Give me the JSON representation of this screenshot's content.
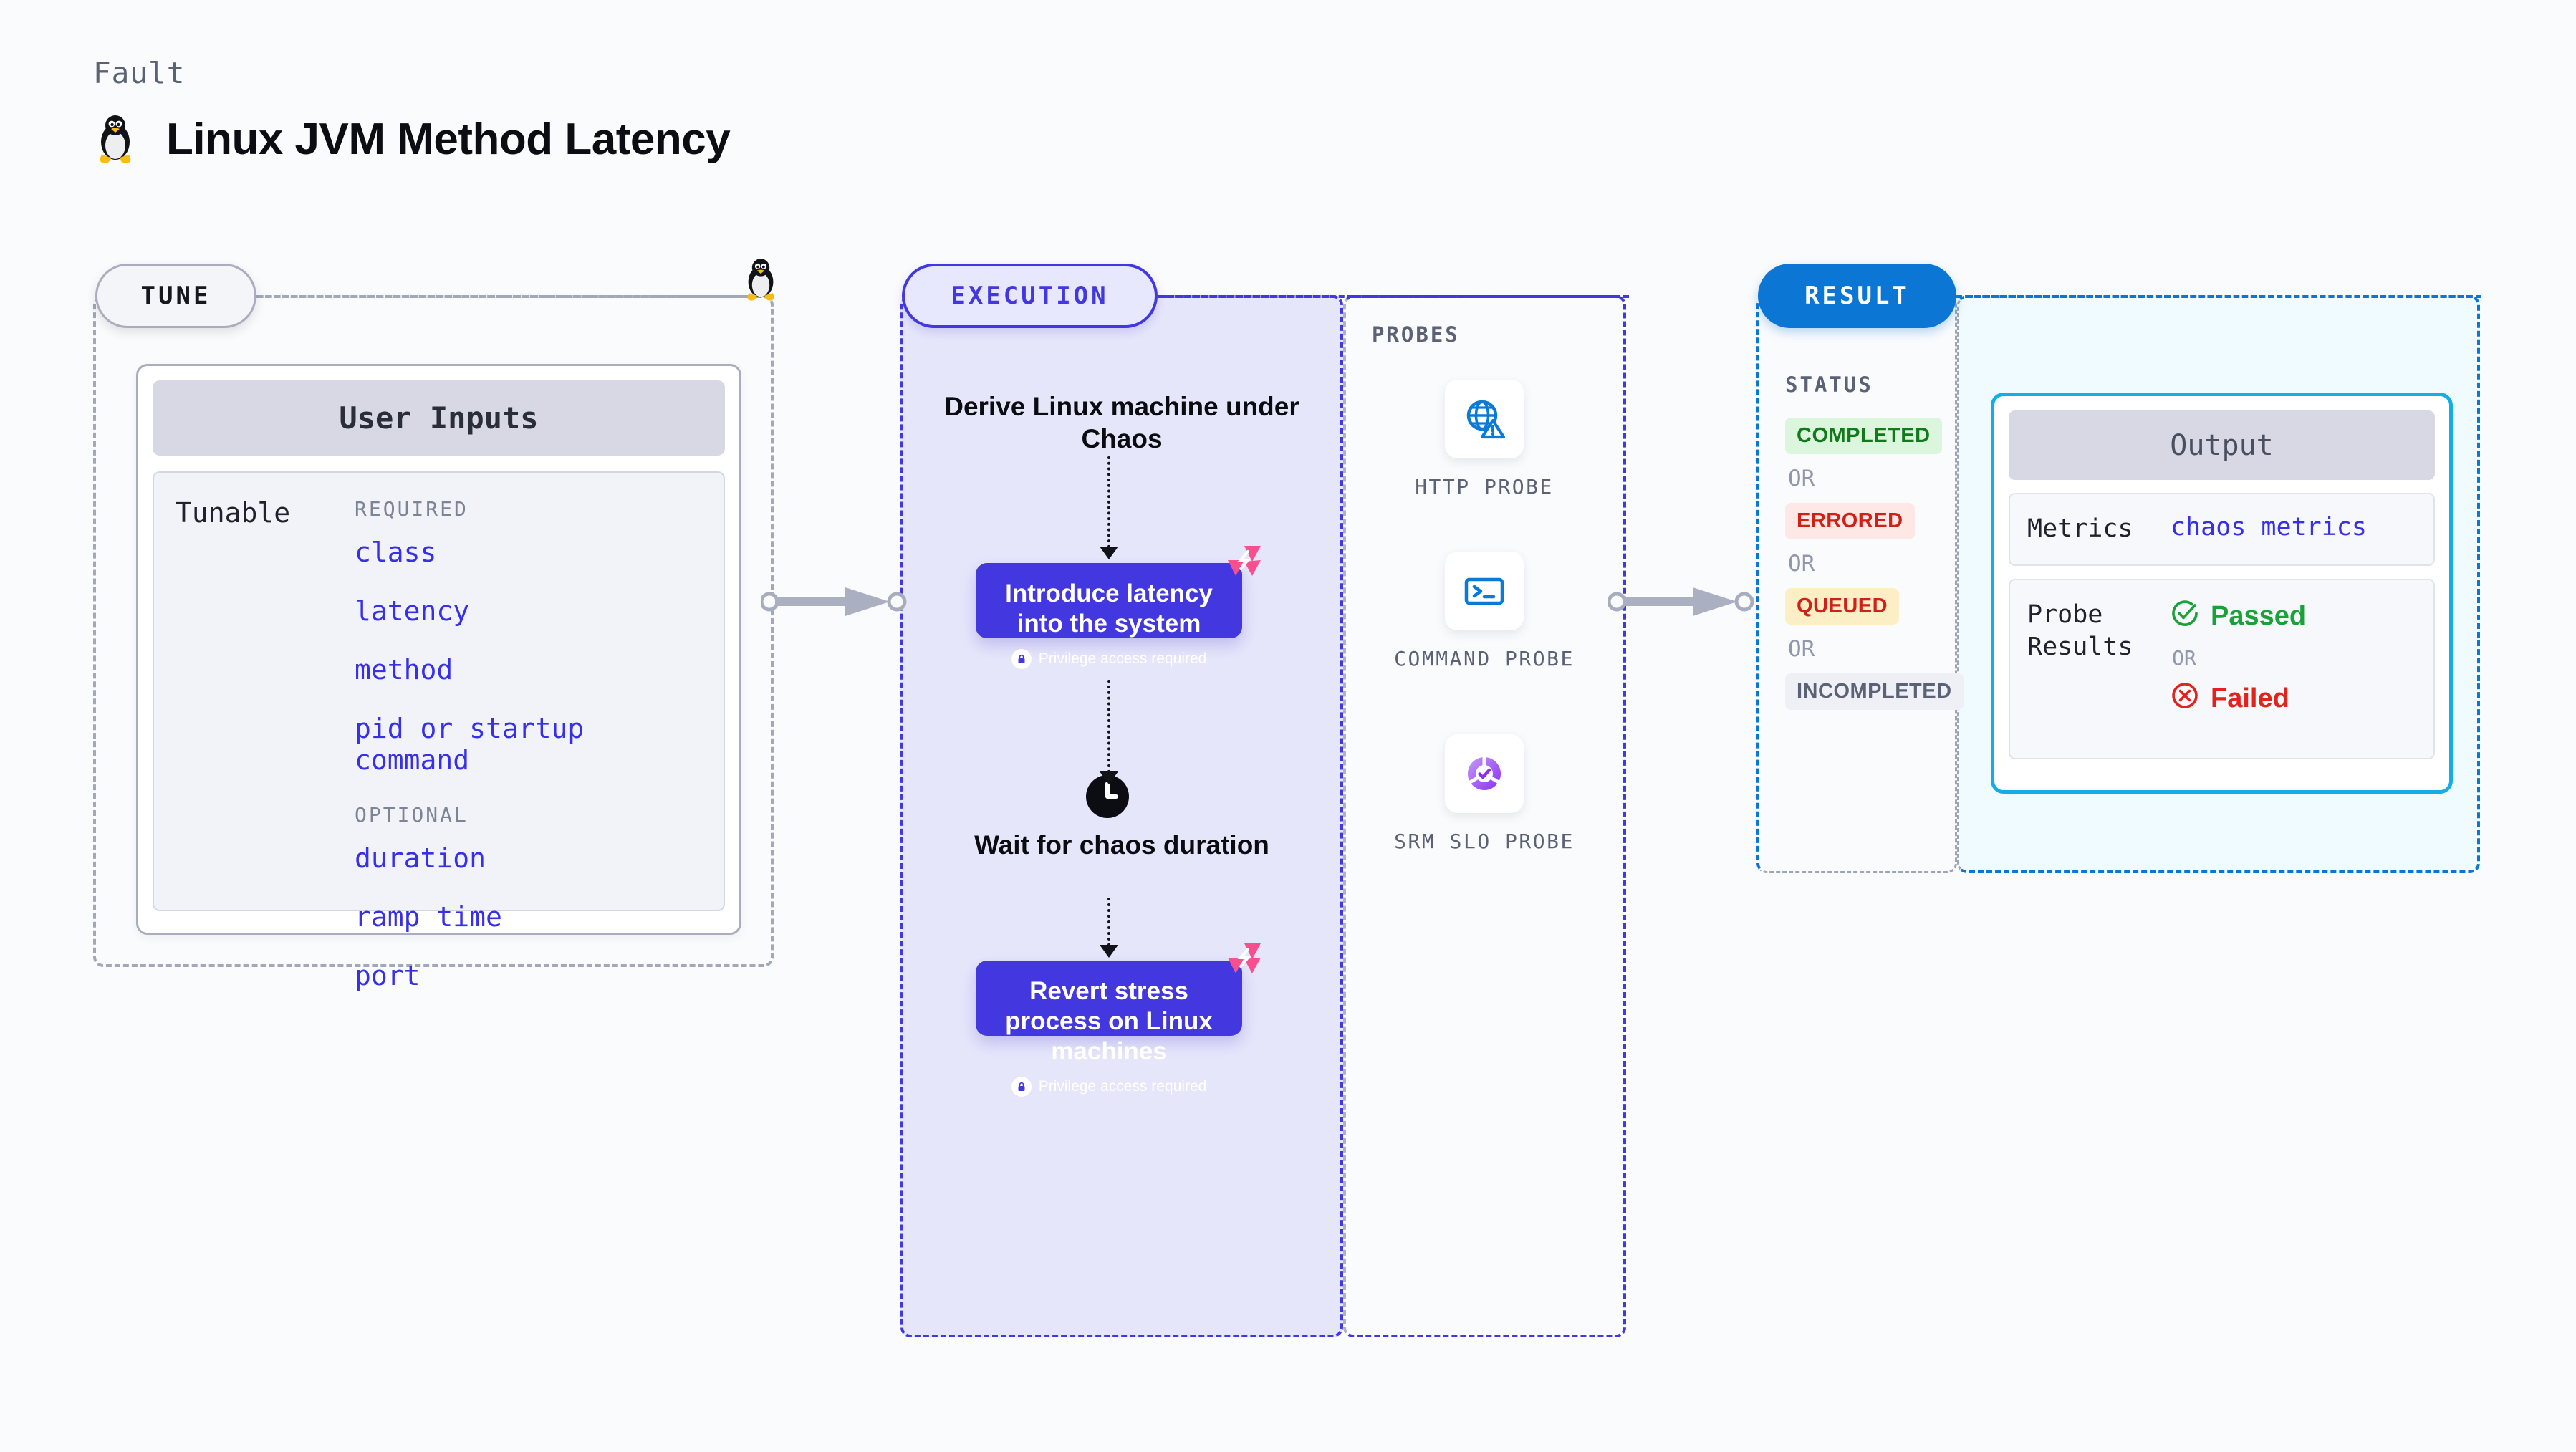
{
  "header": {
    "eyebrow": "Fault",
    "title": "Linux JVM Method Latency",
    "icon": "linux-penguin-icon"
  },
  "phases": {
    "tune": {
      "label": "TUNE"
    },
    "execution": {
      "label": "EXECUTION"
    },
    "result": {
      "label": "RESULT"
    }
  },
  "tune": {
    "card_title": "User Inputs",
    "tunable_label": "Tunable",
    "required_heading": "REQUIRED",
    "required_params": [
      "class",
      "latency",
      "method",
      "pid or startup command"
    ],
    "optional_heading": "OPTIONAL",
    "optional_params": [
      "duration",
      "ramp time",
      "port"
    ]
  },
  "execution": {
    "derive_step": "Derive Linux machine under Chaos",
    "introduce_step": {
      "title": "Introduce latency into the system",
      "note": "Privilege access required",
      "icon": "lock-icon",
      "corner_icon": "litmus-chaos-icon"
    },
    "wait_step": {
      "title": "Wait for chaos duration",
      "icon": "clock-icon"
    },
    "revert_step": {
      "title": "Revert stress process on Linux machines",
      "note": "Privilege access required",
      "icon": "lock-icon",
      "corner_icon": "litmus-chaos-icon"
    }
  },
  "probes": {
    "title": "PROBES",
    "items": [
      {
        "label": "HTTP PROBE",
        "icon": "globe-warning-icon"
      },
      {
        "label": "COMMAND PROBE",
        "icon": "terminal-icon"
      },
      {
        "label": "SRM SLO PROBE",
        "icon": "slo-check-icon"
      }
    ]
  },
  "result": {
    "status_title": "STATUS",
    "or_label": "OR",
    "statuses": [
      {
        "label": "COMPLETED",
        "bg": "#dcf6dd",
        "fg": "#137a1c"
      },
      {
        "label": "ERRORED",
        "bg": "#fde8e6",
        "fg": "#cf2118"
      },
      {
        "label": "QUEUED",
        "bg": "#fcefc5",
        "fg": "#cf2118"
      },
      {
        "label": "INCOMPLETED",
        "bg": "#eef0f5",
        "fg": "#5c6275"
      }
    ],
    "output": {
      "title": "Output",
      "metrics_key": "Metrics",
      "metrics_value": "chaos metrics",
      "probe_results_key": "Probe Results",
      "passed_label": "Passed",
      "passed_icon": "check-circle-icon",
      "or_label": "OR",
      "failed_label": "Failed",
      "failed_icon": "x-circle-icon"
    }
  },
  "colors": {
    "indigo": "#4338e0",
    "blue": "#0c76d4",
    "cyan": "#13aee8",
    "pink": "#f8508f",
    "green": "#137a1c",
    "red": "#cf2118"
  }
}
